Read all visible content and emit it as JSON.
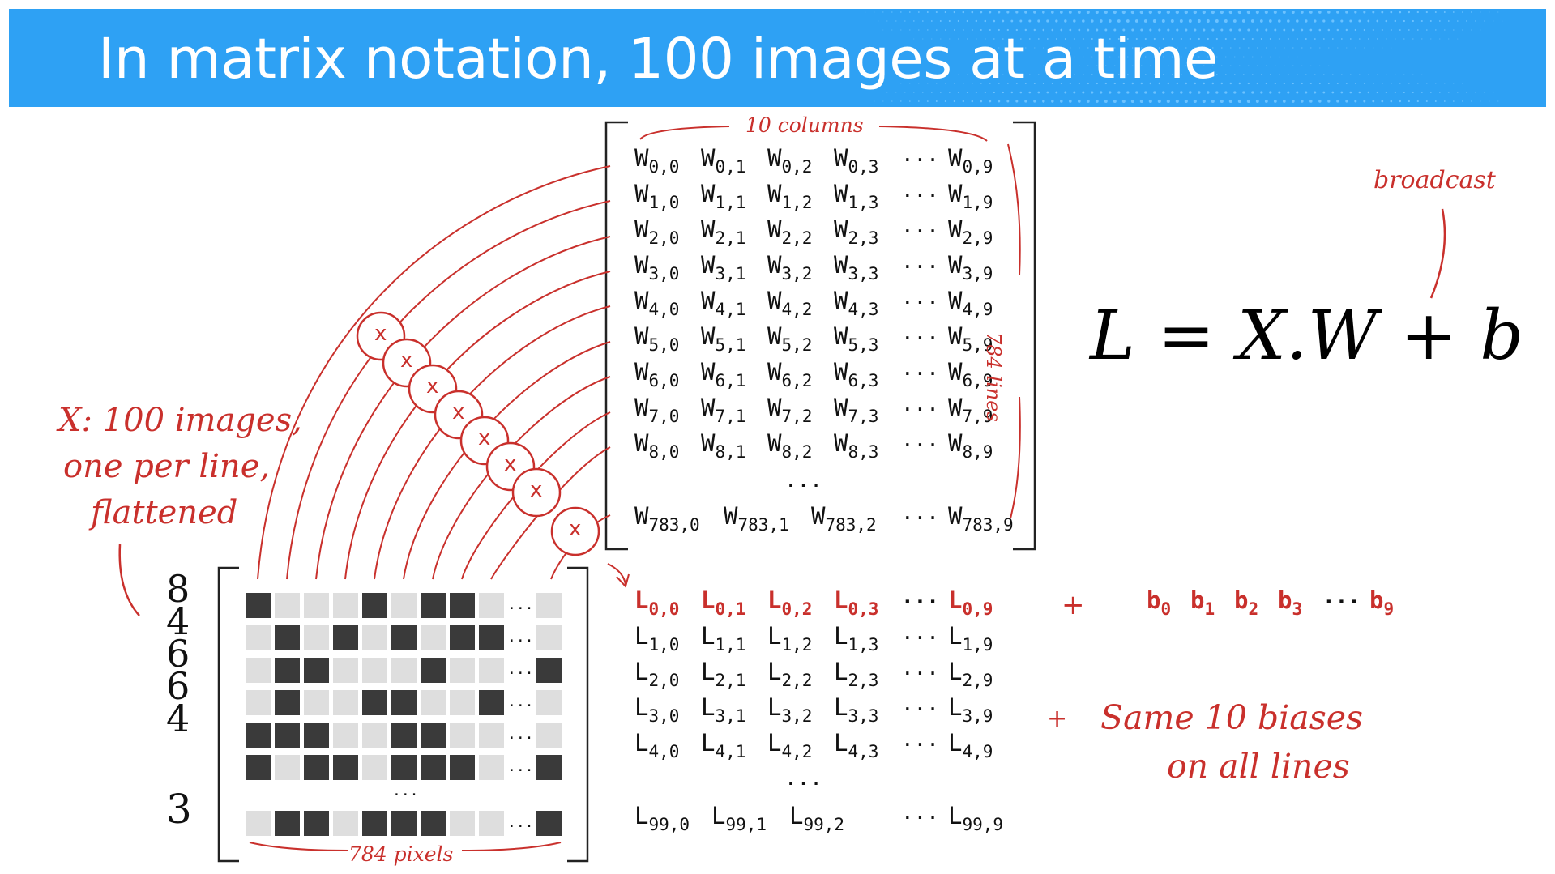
{
  "title": "In matrix notation, 100 images at a time",
  "colors": {
    "banner": "#2ea1f4",
    "accent_red": "#c9302c",
    "dark_cell": "#3a3a3a",
    "light_cell": "#dedede"
  },
  "annotations": {
    "columns": "10 columns",
    "lines": "784 lines",
    "pixels": "784 pixels",
    "x_desc_1": "X: 100 images,",
    "x_desc_2": "one per line,",
    "x_desc_3": "flattened",
    "broadcast": "broadcast",
    "biases_1": "Same 10 biases",
    "biases_2": "on all lines"
  },
  "formula": {
    "L": "L",
    "eq": "=",
    "X": "X",
    "dot": ".",
    "W": "W",
    "plus": "+",
    "b": "b"
  },
  "ellipsis": "...",
  "multiply_symbol": "x",
  "plus_sign": "+",
  "digits": [
    "8",
    "4",
    "6",
    "6",
    "4",
    "3"
  ],
  "weights": {
    "letter": "W",
    "rows": [
      [
        "0,0",
        "0,1",
        "0,2",
        "0,3",
        "0,9"
      ],
      [
        "1,0",
        "1,1",
        "1,2",
        "1,3",
        "1,9"
      ],
      [
        "2,0",
        "2,1",
        "2,2",
        "2,3",
        "2,9"
      ],
      [
        "3,0",
        "3,1",
        "3,2",
        "3,3",
        "3,9"
      ],
      [
        "4,0",
        "4,1",
        "4,2",
        "4,3",
        "4,9"
      ],
      [
        "5,0",
        "5,1",
        "5,2",
        "5,3",
        "5,9"
      ],
      [
        "6,0",
        "6,1",
        "6,2",
        "6,3",
        "6,9"
      ],
      [
        "7,0",
        "7,1",
        "7,2",
        "7,3",
        "7,9"
      ],
      [
        "8,0",
        "8,1",
        "8,2",
        "8,3",
        "8,9"
      ]
    ],
    "last_row": [
      "783,0",
      "783,1",
      "783,2",
      "783,9"
    ]
  },
  "logits": {
    "letter": "L",
    "rows": [
      [
        "0,0",
        "0,1",
        "0,2",
        "0,3",
        "0,9"
      ],
      [
        "1,0",
        "1,1",
        "1,2",
        "1,3",
        "1,9"
      ],
      [
        "2,0",
        "2,1",
        "2,2",
        "2,3",
        "2,9"
      ],
      [
        "3,0",
        "3,1",
        "3,2",
        "3,3",
        "3,9"
      ],
      [
        "4,0",
        "4,1",
        "4,2",
        "4,3",
        "4,9"
      ]
    ],
    "last_row": [
      "99,0",
      "99,1",
      "99,2",
      "99,9"
    ]
  },
  "biases": {
    "letter": "b",
    "subs": [
      "0",
      "1",
      "2",
      "3",
      "9"
    ]
  },
  "pixel_grid": {
    "rows": [
      [
        1,
        0,
        0,
        0,
        1,
        0,
        1,
        1,
        0,
        0
      ],
      [
        0,
        1,
        0,
        1,
        0,
        1,
        0,
        1,
        1,
        0
      ],
      [
        0,
        1,
        1,
        0,
        0,
        0,
        1,
        0,
        0,
        1
      ],
      [
        0,
        1,
        0,
        0,
        1,
        1,
        0,
        0,
        1,
        0
      ],
      [
        1,
        1,
        1,
        0,
        0,
        1,
        1,
        0,
        0,
        0
      ],
      [
        1,
        0,
        1,
        1,
        0,
        1,
        1,
        1,
        0,
        1
      ]
    ],
    "last_row": [
      0,
      1,
      1,
      0,
      1,
      1,
      1,
      0,
      0,
      1
    ]
  }
}
